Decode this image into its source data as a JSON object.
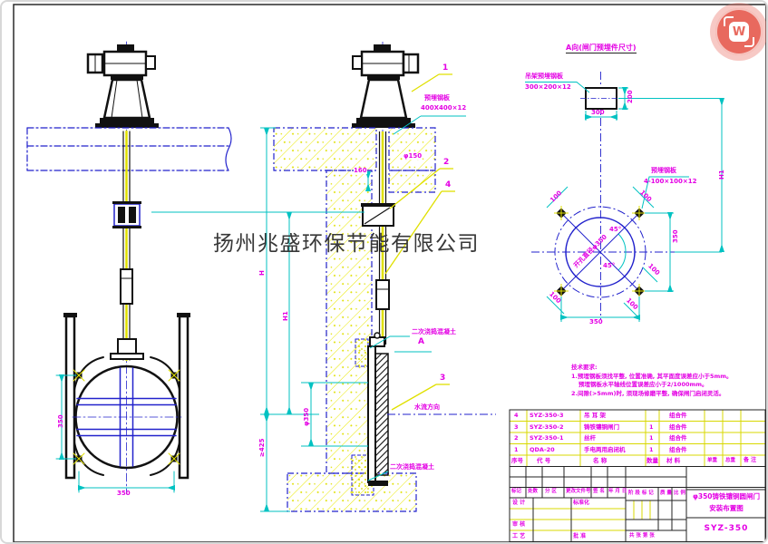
{
  "watermark": "扬州兆盛环保节能有限公司",
  "badge": {
    "letter": "W"
  },
  "front_view": {
    "dim_height": "350",
    "dim_width": "350"
  },
  "section_view": {
    "plate_label_line1": "预埋钢板",
    "plate_label_line2": "400X400×12",
    "hole_label": "φ150",
    "dim_slab": "160",
    "dim_h": "H",
    "dim_h1": "H1",
    "dim_opening": "φ350",
    "dim_bottom": "≥425",
    "flow_label": "水流方向",
    "grout_label_top": "二次浇捣混凝土",
    "grout_label_bottom": "二次浇捣混凝土",
    "section_mark": "A",
    "balloon_1": "1",
    "balloon_2": "2",
    "balloon_3": "3",
    "balloon_4": "4"
  },
  "a_view": {
    "title": "A向(闸门预埋件尺寸)",
    "plate_label_line1": "吊架预埋钢板",
    "plate_label_line2": "300×200×12",
    "dim_plate_w": "300",
    "dim_plate_h": "200",
    "anchor_label_line1": "预埋钢板",
    "anchor_label_line2": "4-100×100×12",
    "hole_label": "开孔直径φ350",
    "angle_a": "45°",
    "angle_b": "45°",
    "dim_100_tl": "100",
    "dim_100_tr": "100",
    "dim_100_r": "100",
    "dim_100_bl": "100",
    "dim_100_b": "100",
    "dim_width": "350",
    "dim_height": "350",
    "dim_h1": "H1"
  },
  "notes": {
    "title": "技术要求:",
    "line1": "1.预埋钢板须找平整, 位置准确, 其平面度误差应小于5mm。",
    "line2": "预埋钢板水平轴线位置误差应小于2/1000mm。",
    "line3": "2.间隙(>5mm)时, 须现场修磨平整, 确保闸门启闭灵活。"
  },
  "bom": {
    "headers": {
      "no": "序号",
      "code": "代    号",
      "name": "名    称",
      "qty": "数量",
      "material": "材    料",
      "unit_weight": "单重",
      "total_weight": "总重",
      "remark": "备 注"
    },
    "rows": [
      {
        "no": "4",
        "code": "SYZ-350-3",
        "name": "吊 耳 架",
        "qty": "",
        "material": "组合件"
      },
      {
        "no": "3",
        "code": "SYZ-350-2",
        "name": "铸铁镶铜闸门",
        "qty": "1",
        "material": "组合件"
      },
      {
        "no": "2",
        "code": "SYZ-350-1",
        "name": "丝杆",
        "qty": "1",
        "material": "组合件"
      },
      {
        "no": "1",
        "code": "QDA-20",
        "name": "手电两用启闭机",
        "qty": "1",
        "material": "组合件"
      }
    ]
  },
  "title_block": {
    "revision_cols": {
      "mark": "标记",
      "count": "处数",
      "zone": "分 区",
      "doc_no": "更改文件号",
      "sign": "签 名",
      "date": "年 月 日"
    },
    "design": "设 计",
    "standardize": "标准化",
    "stage": "阶 段 标 记",
    "quality": "质 量",
    "scale": "比 例",
    "review": "审 核",
    "craft": "工 艺",
    "approve": "批 准",
    "sheets": "共  张  第  张",
    "title_line1": "φ350铸铁镶铜圆闸门",
    "title_line2": "安装布置图",
    "drawing_no": "SYZ-350"
  }
}
